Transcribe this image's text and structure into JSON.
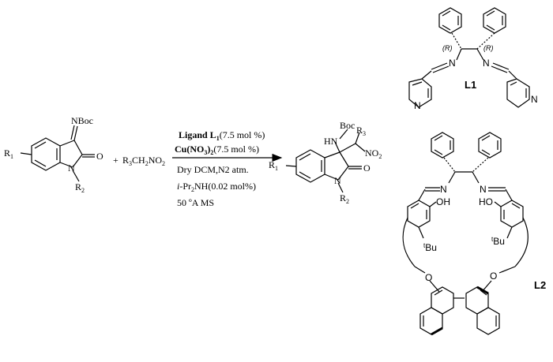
{
  "reactant_isatin": {
    "nboc": "NBoc",
    "r1": "R",
    "r1_sub": "1",
    "o": "O",
    "n": "N",
    "r2": "R",
    "r2_sub": "2"
  },
  "plus": "+",
  "reactant_nitro": {
    "p1": "R",
    "p1_sub": "3",
    "p2": "CH",
    "p2_sub": "2",
    "p3": "NO",
    "p3_sub": "2"
  },
  "conditions": {
    "ligand_bold": "Ligand L",
    "ligand_sub": "1",
    "ligand_amount": "(7.5 mol %)",
    "cu_1": "Cu(NO",
    "cu_2": "3",
    "cu_3": ")",
    "cu_4": "2",
    "cu_amount": "(7.5 mol %)",
    "solvent": "Dry DCM,N2 atm.",
    "base_italic": "i",
    "base_rest": "-Pr",
    "base_sub": "2",
    "base_tail": "NH(0.02 mol%)",
    "sieve": "50 ºA MS"
  },
  "product": {
    "boc": "Boc",
    "r3": "R",
    "r3_sub": "3",
    "hn": "HN",
    "no2": "NO",
    "no2_sub": "2",
    "r1": "R",
    "r1_sub": "1",
    "o": "O",
    "n": "N",
    "r2": "R",
    "r2_sub": "2"
  },
  "ligand1": {
    "stereo1": "(R)",
    "stereo2": "(R)",
    "n_imine1": "N",
    "n_imine2": "N",
    "n_py1": "N",
    "n_py2": "N",
    "label": "L1"
  },
  "ligand2": {
    "n1": "N",
    "n2": "N",
    "oh1": "OH",
    "oh2": "HO",
    "tbu1_sup": "t",
    "tbu1": "Bu",
    "tbu2_sup": "t",
    "tbu2": "Bu",
    "o1": "O",
    "o2": "O",
    "label": "L2"
  }
}
